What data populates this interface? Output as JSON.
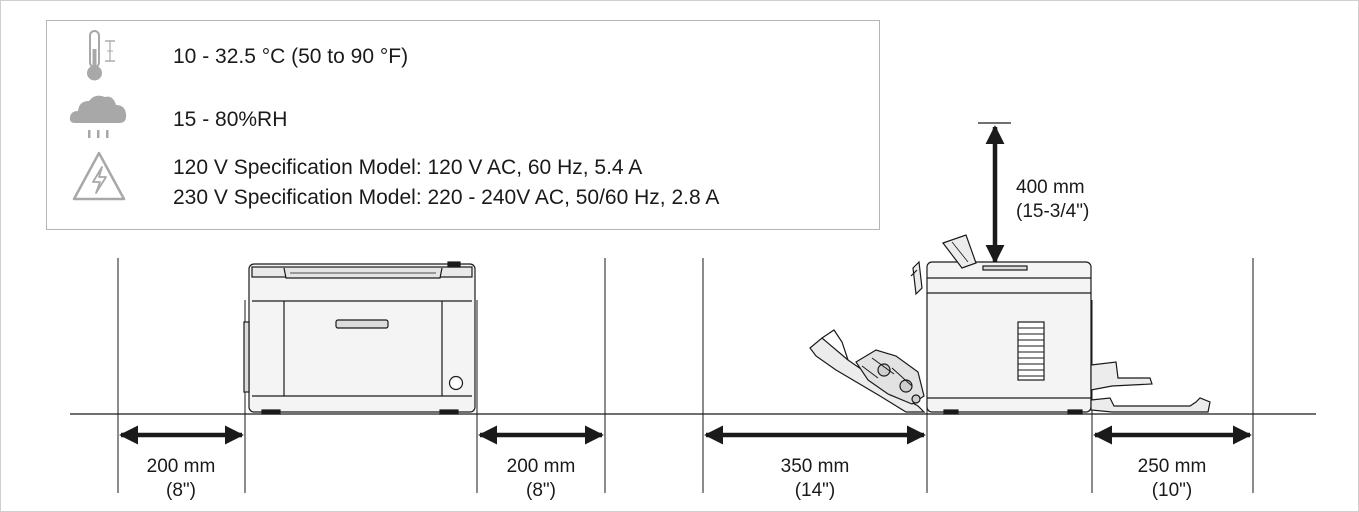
{
  "environment": {
    "temperature": {
      "icon": "thermometer-icon",
      "text": "10 - 32.5 °C (50 to 90 °F)"
    },
    "humidity": {
      "icon": "rain-cloud-icon",
      "text": "15 - 80%RH"
    },
    "power": {
      "icon": "electrical-hazard-icon",
      "line1": "120 V Specification Model: 120 V AC, 60 Hz, 5.4 A",
      "line2": "230 V Specification Model: 220 - 240V AC, 50/60 Hz, 2.8 A"
    }
  },
  "clearances": {
    "top": {
      "mm": "400 mm",
      "in": "(15-3/4\")"
    },
    "front_left": {
      "mm": "200 mm",
      "in": "(8\")"
    },
    "front_right": {
      "mm": "200 mm",
      "in": "(8\")"
    },
    "side_front": {
      "mm": "350 mm",
      "in": "(14\")"
    },
    "side_rear": {
      "mm": "250 mm",
      "in": "(10\")"
    }
  },
  "colors": {
    "line": "#1a1a1a",
    "icon_gray": "#a8a8a8",
    "box_border": "#b5b5b5",
    "printer_fill": "#f4f4f4"
  }
}
